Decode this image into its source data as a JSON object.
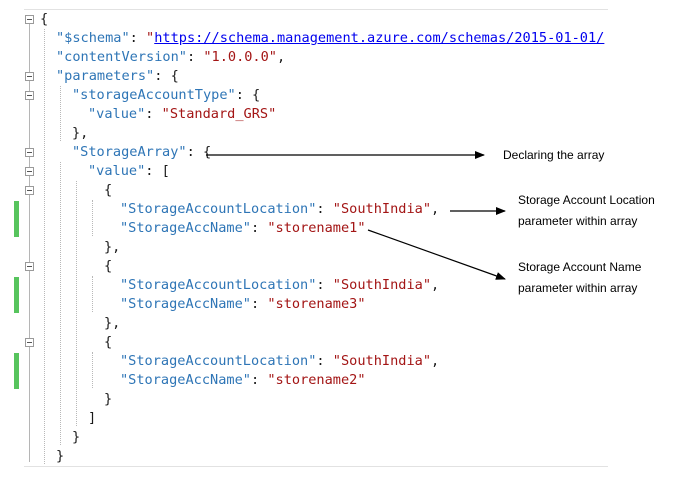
{
  "editor": {
    "lines": [
      {
        "indent": 0,
        "tokens": [
          {
            "t": "{",
            "c": "p"
          }
        ]
      },
      {
        "indent": 1,
        "tokens": [
          {
            "t": "\"$schema\"",
            "c": "k"
          },
          {
            "t": ": ",
            "c": "p"
          },
          {
            "t": "\"",
            "c": "s"
          },
          {
            "t": "https://schema.management.azure.com/schemas/2015-01-01/",
            "c": "u"
          }
        ]
      },
      {
        "indent": 1,
        "tokens": [
          {
            "t": "\"contentVersion\"",
            "c": "k"
          },
          {
            "t": ": ",
            "c": "p"
          },
          {
            "t": "\"1.0.0.0\"",
            "c": "s"
          },
          {
            "t": ",",
            "c": "p"
          }
        ]
      },
      {
        "indent": 1,
        "tokens": [
          {
            "t": "\"parameters\"",
            "c": "k"
          },
          {
            "t": ": {",
            "c": "p"
          }
        ]
      },
      {
        "indent": 2,
        "tokens": [
          {
            "t": "\"storageAccountType\"",
            "c": "k"
          },
          {
            "t": ": {",
            "c": "p"
          }
        ]
      },
      {
        "indent": 3,
        "tokens": [
          {
            "t": "\"value\"",
            "c": "k"
          },
          {
            "t": ": ",
            "c": "p"
          },
          {
            "t": "\"Standard_GRS\"",
            "c": "s"
          }
        ]
      },
      {
        "indent": 2,
        "tokens": [
          {
            "t": "},",
            "c": "p"
          }
        ]
      },
      {
        "indent": 2,
        "tokens": [
          {
            "t": "\"StorageArray\"",
            "c": "k"
          },
          {
            "t": ": {",
            "c": "p"
          }
        ]
      },
      {
        "indent": 3,
        "tokens": [
          {
            "t": "\"value\"",
            "c": "k"
          },
          {
            "t": ": [",
            "c": "p"
          }
        ]
      },
      {
        "indent": 4,
        "tokens": [
          {
            "t": "{",
            "c": "p"
          }
        ]
      },
      {
        "indent": 5,
        "tokens": [
          {
            "t": "\"StorageAccountLocation\"",
            "c": "k"
          },
          {
            "t": ": ",
            "c": "p"
          },
          {
            "t": "\"SouthIndia\"",
            "c": "s"
          },
          {
            "t": ",",
            "c": "p"
          }
        ]
      },
      {
        "indent": 5,
        "tokens": [
          {
            "t": "\"StorageAccName\"",
            "c": "k"
          },
          {
            "t": ": ",
            "c": "p"
          },
          {
            "t": "\"storename1\"",
            "c": "s"
          }
        ]
      },
      {
        "indent": 4,
        "tokens": [
          {
            "t": "},",
            "c": "p"
          }
        ]
      },
      {
        "indent": 4,
        "tokens": [
          {
            "t": "{",
            "c": "p"
          }
        ]
      },
      {
        "indent": 5,
        "tokens": [
          {
            "t": "\"StorageAccountLocation\"",
            "c": "k"
          },
          {
            "t": ": ",
            "c": "p"
          },
          {
            "t": "\"SouthIndia\"",
            "c": "s"
          },
          {
            "t": ",",
            "c": "p"
          }
        ]
      },
      {
        "indent": 5,
        "tokens": [
          {
            "t": "\"StorageAccName\"",
            "c": "k"
          },
          {
            "t": ": ",
            "c": "p"
          },
          {
            "t": "\"storename3\"",
            "c": "s"
          }
        ]
      },
      {
        "indent": 4,
        "tokens": [
          {
            "t": "},",
            "c": "p"
          }
        ]
      },
      {
        "indent": 4,
        "tokens": [
          {
            "t": "{",
            "c": "p"
          }
        ]
      },
      {
        "indent": 5,
        "tokens": [
          {
            "t": "\"StorageAccountLocation\"",
            "c": "k"
          },
          {
            "t": ": ",
            "c": "p"
          },
          {
            "t": "\"SouthIndia\"",
            "c": "s"
          },
          {
            "t": ",",
            "c": "p"
          }
        ]
      },
      {
        "indent": 5,
        "tokens": [
          {
            "t": "\"StorageAccName\"",
            "c": "k"
          },
          {
            "t": ": ",
            "c": "p"
          },
          {
            "t": "\"storename2\"",
            "c": "s"
          }
        ]
      },
      {
        "indent": 4,
        "tokens": [
          {
            "t": "}",
            "c": "p"
          }
        ]
      },
      {
        "indent": 3,
        "tokens": [
          {
            "t": "]",
            "c": "p"
          }
        ]
      },
      {
        "indent": 2,
        "tokens": [
          {
            "t": "}",
            "c": "p"
          }
        ]
      },
      {
        "indent": 1,
        "tokens": [
          {
            "t": "}",
            "c": "p"
          }
        ]
      }
    ],
    "colors": {
      "key": "#2e75b6",
      "string": "#a31515",
      "link": "#0000ee",
      "change_bar": "#57c45d"
    }
  },
  "annotations": {
    "declaring": "Declaring the array",
    "location_line1": "Storage Account  Location",
    "location_line2": "parameter within array",
    "name_line1": "Storage Account  Name",
    "name_line2": "parameter within array"
  }
}
